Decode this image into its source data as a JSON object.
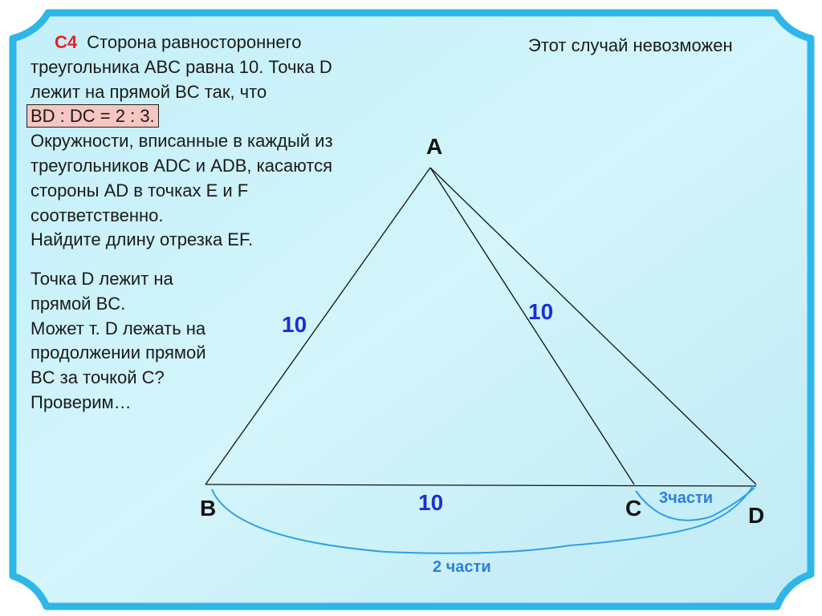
{
  "problem": {
    "code": "С4",
    "line1": "Сторона равностороннего",
    "line2": "треугольника ABC  равна 10. Точка D",
    "line3": "лежит на прямой BC так, что",
    "ratio": "BD : DC = 2 : 3.",
    "line5": "Окружности, вписанные в каждый из",
    "line6": "треугольников ADC и ADB, касаются",
    "line7": "стороны AD в точках E и F",
    "line8": "соответственно.",
    "line9": "Найдите длину отрезка EF."
  },
  "verdict": "Этот случай невозможен",
  "reasoning": {
    "line1": "Точка D лежит на",
    "line2": "прямой BC.",
    "line3": "Может т. D лежать на",
    "line4": "продолжении прямой",
    "line5": "BC за точкой C?",
    "line6": "Проверим…"
  },
  "diagram": {
    "vertices": {
      "A": "A",
      "B": "B",
      "C": "C",
      "D": "D"
    },
    "side_labels": {
      "AB": "10",
      "AC": "10",
      "BC": "10"
    },
    "part_labels": {
      "CD": "3части",
      "BD": "2 части"
    },
    "colors": {
      "lines": "#111111",
      "side_labels": "#1a2fd8",
      "braces": "#2f9fe8",
      "code": "#e8202a",
      "frame_border": "#2fb6e8",
      "background_inner": "#c6f1fb"
    }
  }
}
